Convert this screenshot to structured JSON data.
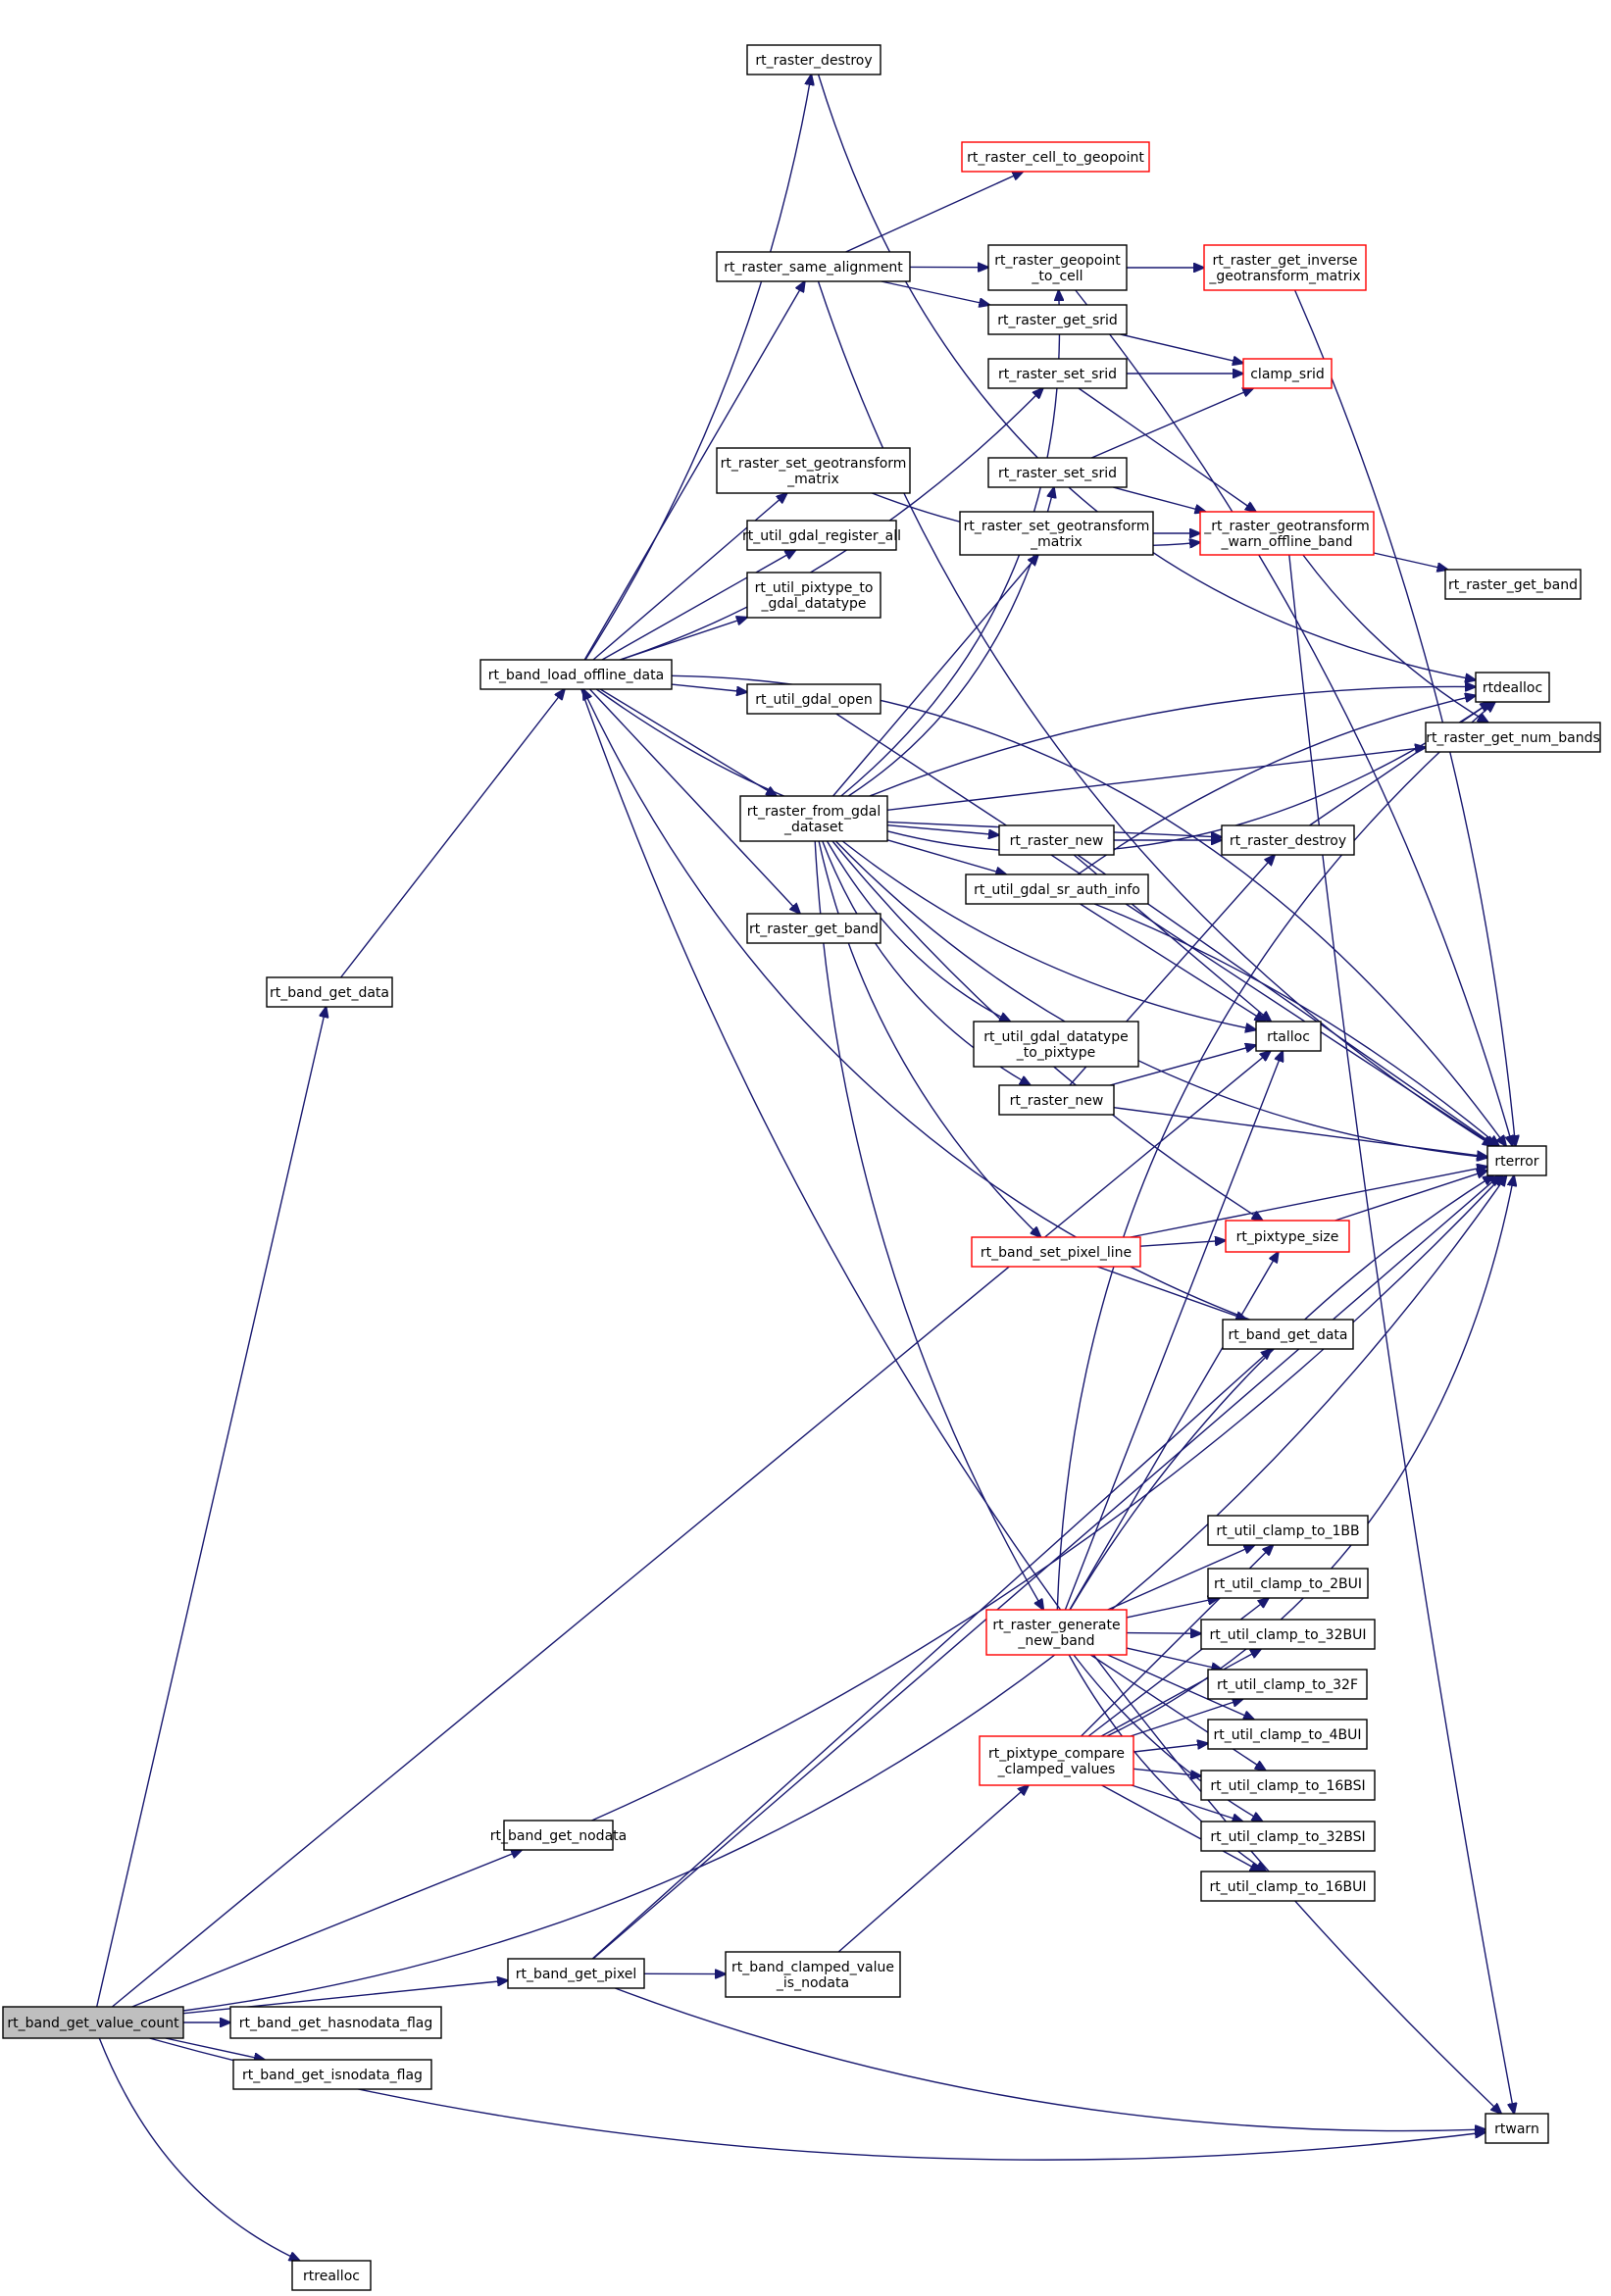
{
  "colors": {
    "edge": "#191970",
    "node_border": "#000000",
    "truncated_border": "#ff0000",
    "root_fill": "#bfbfbf"
  },
  "nodes": [
    {
      "id": "rt_band_get_value_count",
      "lines": [
        "rt_band_get_value_count"
      ],
      "root": true
    },
    {
      "id": "rt_band_get_data",
      "lines": [
        "rt_band_get_data"
      ]
    },
    {
      "id": "rt_band_get_nodata",
      "lines": [
        "rt_band_get_nodata"
      ]
    },
    {
      "id": "rt_band_get_pixel",
      "lines": [
        "rt_band_get_pixel"
      ]
    },
    {
      "id": "rt_band_get_hasnodata_flag",
      "lines": [
        "rt_band_get_hasnodata_flag"
      ]
    },
    {
      "id": "rt_band_get_isnodata_flag",
      "lines": [
        "rt_band_get_isnodata_flag"
      ]
    },
    {
      "id": "rtrealloc",
      "lines": [
        "rtrealloc"
      ]
    },
    {
      "id": "rt_band_load_offline_data",
      "lines": [
        "rt_band_load_offline_data"
      ]
    },
    {
      "id": "rt_raster_destroy_a",
      "lines": [
        "rt_raster_destroy"
      ]
    },
    {
      "id": "rt_raster_same_alignment",
      "lines": [
        "rt_raster_same_alignment"
      ]
    },
    {
      "id": "rt_raster_set_geotransform_matrix_a",
      "lines": [
        "rt_raster_set_geotransform",
        "_matrix"
      ]
    },
    {
      "id": "rt_util_gdal_register_all",
      "lines": [
        "rt_util_gdal_register_all"
      ]
    },
    {
      "id": "rt_util_pixtype_to_gdal_datatype",
      "lines": [
        "rt_util_pixtype_to",
        "_gdal_datatype"
      ]
    },
    {
      "id": "rt_util_gdal_open",
      "lines": [
        "rt_util_gdal_open"
      ]
    },
    {
      "id": "rt_raster_from_gdal_dataset",
      "lines": [
        "rt_raster_from_gdal",
        "_dataset"
      ]
    },
    {
      "id": "rt_raster_get_band_a",
      "lines": [
        "rt_raster_get_band"
      ]
    },
    {
      "id": "rt_band_clamped_value_is_nodata",
      "lines": [
        "rt_band_clamped_value",
        "_is_nodata"
      ]
    },
    {
      "id": "rt_raster_cell_to_geopoint",
      "lines": [
        "rt_raster_cell_to_geopoint"
      ],
      "truncated": true
    },
    {
      "id": "rt_raster_geopoint_to_cell",
      "lines": [
        "rt_raster_geopoint",
        "_to_cell"
      ]
    },
    {
      "id": "rt_raster_get_srid",
      "lines": [
        "rt_raster_get_srid"
      ]
    },
    {
      "id": "rt_raster_set_srid_a",
      "lines": [
        "rt_raster_set_srid"
      ]
    },
    {
      "id": "rt_raster_set_srid_b",
      "lines": [
        "rt_raster_set_srid"
      ]
    },
    {
      "id": "rt_raster_set_geotransform_matrix_b",
      "lines": [
        "rt_raster_set_geotransform",
        "_matrix"
      ]
    },
    {
      "id": "rt_raster_new_a",
      "lines": [
        "rt_raster_new"
      ]
    },
    {
      "id": "rt_util_gdal_sr_auth_info",
      "lines": [
        "rt_util_gdal_sr_auth_info"
      ]
    },
    {
      "id": "rt_util_gdal_datatype_to_pixtype",
      "lines": [
        "rt_util_gdal_datatype",
        "_to_pixtype"
      ]
    },
    {
      "id": "rt_raster_new_b",
      "lines": [
        "rt_raster_new"
      ]
    },
    {
      "id": "rt_band_set_pixel_line",
      "lines": [
        "rt_band_set_pixel_line"
      ],
      "truncated": true
    },
    {
      "id": "rt_raster_generate_new_band",
      "lines": [
        "rt_raster_generate",
        "_new_band"
      ],
      "truncated": true
    },
    {
      "id": "rt_pixtype_compare_clamped_values",
      "lines": [
        "rt_pixtype_compare",
        "_clamped_values"
      ],
      "truncated": true
    },
    {
      "id": "rt_raster_get_inverse_geotransform_matrix",
      "lines": [
        "rt_raster_get_inverse",
        "_geotransform_matrix"
      ],
      "truncated": true
    },
    {
      "id": "clamp_srid",
      "lines": [
        "clamp_srid"
      ],
      "truncated": true
    },
    {
      "id": "rt_raster_geotransform_warn_offline_band",
      "lines": [
        "_rt_raster_geotransform",
        "_warn_offline_band"
      ],
      "truncated": true
    },
    {
      "id": "rt_raster_destroy_b",
      "lines": [
        "rt_raster_destroy"
      ]
    },
    {
      "id": "rtalloc",
      "lines": [
        "rtalloc"
      ]
    },
    {
      "id": "rt_pixtype_size",
      "lines": [
        "rt_pixtype_size"
      ],
      "truncated": true
    },
    {
      "id": "rt_band_get_data_b",
      "lines": [
        "rt_band_get_data"
      ]
    },
    {
      "id": "rt_util_clamp_to_1BB",
      "lines": [
        "rt_util_clamp_to_1BB"
      ]
    },
    {
      "id": "rt_util_clamp_to_2BUI",
      "lines": [
        "rt_util_clamp_to_2BUI"
      ]
    },
    {
      "id": "rt_util_clamp_to_32BUI",
      "lines": [
        "rt_util_clamp_to_32BUI"
      ]
    },
    {
      "id": "rt_util_clamp_to_32F",
      "lines": [
        "rt_util_clamp_to_32F"
      ]
    },
    {
      "id": "rt_util_clamp_to_4BUI",
      "lines": [
        "rt_util_clamp_to_4BUI"
      ]
    },
    {
      "id": "rt_util_clamp_to_16BSI",
      "lines": [
        "rt_util_clamp_to_16BSI"
      ]
    },
    {
      "id": "rt_util_clamp_to_32BSI",
      "lines": [
        "rt_util_clamp_to_32BSI"
      ]
    },
    {
      "id": "rt_util_clamp_to_16BUI",
      "lines": [
        "rt_util_clamp_to_16BUI"
      ]
    },
    {
      "id": "rt_raster_get_band_b",
      "lines": [
        "rt_raster_get_band"
      ]
    },
    {
      "id": "rtdealloc",
      "lines": [
        "rtdealloc"
      ]
    },
    {
      "id": "rt_raster_get_num_bands",
      "lines": [
        "rt_raster_get_num_bands"
      ]
    },
    {
      "id": "rterror",
      "lines": [
        "rterror"
      ]
    },
    {
      "id": "rtwarn",
      "lines": [
        "rtwarn"
      ]
    }
  ],
  "edges": [
    [
      "rt_band_get_value_count",
      "rt_band_get_data"
    ],
    [
      "rt_band_get_value_count",
      "rt_band_get_nodata"
    ],
    [
      "rt_band_get_value_count",
      "rt_band_get_pixel"
    ],
    [
      "rt_band_get_value_count",
      "rt_band_get_hasnodata_flag"
    ],
    [
      "rt_band_get_value_count",
      "rt_band_get_isnodata_flag"
    ],
    [
      "rt_band_get_value_count",
      "rtrealloc"
    ],
    [
      "rt_band_get_value_count",
      "rtalloc"
    ],
    [
      "rt_band_get_value_count",
      "rterror"
    ],
    [
      "rt_band_get_value_count",
      "rtwarn"
    ],
    [
      "rt_band_get_data",
      "rt_band_load_offline_data"
    ],
    [
      "rt_band_load_offline_data",
      "rt_raster_destroy_a"
    ],
    [
      "rt_band_load_offline_data",
      "rt_raster_same_alignment"
    ],
    [
      "rt_band_load_offline_data",
      "rt_raster_set_geotransform_matrix_a"
    ],
    [
      "rt_band_load_offline_data",
      "rt_util_gdal_register_all"
    ],
    [
      "rt_band_load_offline_data",
      "rt_util_pixtype_to_gdal_datatype"
    ],
    [
      "rt_band_load_offline_data",
      "rt_util_gdal_open"
    ],
    [
      "rt_band_load_offline_data",
      "rt_raster_from_gdal_dataset"
    ],
    [
      "rt_band_load_offline_data",
      "rt_raster_get_band_a"
    ],
    [
      "rt_band_load_offline_data",
      "rt_raster_set_srid_a"
    ],
    [
      "rt_band_load_offline_data",
      "rtdealloc"
    ],
    [
      "rt_band_load_offline_data",
      "rterror"
    ],
    [
      "rt_band_load_offline_data",
      "rtwarn"
    ],
    [
      "rt_raster_destroy_a",
      "rtdealloc"
    ],
    [
      "rt_raster_same_alignment",
      "rt_raster_cell_to_geopoint"
    ],
    [
      "rt_raster_same_alignment",
      "rt_raster_geopoint_to_cell"
    ],
    [
      "rt_raster_same_alignment",
      "rt_raster_get_srid"
    ],
    [
      "rt_raster_same_alignment",
      "rterror"
    ],
    [
      "rt_raster_set_geotransform_matrix_a",
      "rt_raster_geotransform_warn_offline_band"
    ],
    [
      "rt_util_gdal_open",
      "rterror"
    ],
    [
      "rt_raster_geopoint_to_cell",
      "rt_raster_get_inverse_geotransform_matrix"
    ],
    [
      "rt_raster_geopoint_to_cell",
      "rterror"
    ],
    [
      "rt_raster_get_inverse_geotransform_matrix",
      "rterror"
    ],
    [
      "rt_raster_get_srid",
      "clamp_srid"
    ],
    [
      "rt_raster_set_srid_a",
      "clamp_srid"
    ],
    [
      "rt_raster_set_srid_a",
      "rt_raster_geotransform_warn_offline_band"
    ],
    [
      "rt_raster_set_srid_b",
      "clamp_srid"
    ],
    [
      "rt_raster_set_srid_b",
      "rt_raster_geotransform_warn_offline_band"
    ],
    [
      "rt_raster_set_geotransform_matrix_b",
      "rt_raster_geotransform_warn_offline_band"
    ],
    [
      "rt_raster_geotransform_warn_offline_band",
      "rt_raster_get_band_b"
    ],
    [
      "rt_raster_geotransform_warn_offline_band",
      "rt_raster_get_num_bands"
    ],
    [
      "rt_raster_geotransform_warn_offline_band",
      "rtwarn"
    ],
    [
      "rt_raster_from_gdal_dataset",
      "rt_raster_geopoint_to_cell"
    ],
    [
      "rt_raster_from_gdal_dataset",
      "rt_raster_set_srid_b"
    ],
    [
      "rt_raster_from_gdal_dataset",
      "rt_raster_set_geotransform_matrix_b"
    ],
    [
      "rt_raster_from_gdal_dataset",
      "rt_raster_new_a"
    ],
    [
      "rt_raster_from_gdal_dataset",
      "rt_util_gdal_sr_auth_info"
    ],
    [
      "rt_raster_from_gdal_dataset",
      "rt_util_gdal_datatype_to_pixtype"
    ],
    [
      "rt_raster_from_gdal_dataset",
      "rt_raster_new_b"
    ],
    [
      "rt_raster_from_gdal_dataset",
      "rt_band_set_pixel_line"
    ],
    [
      "rt_raster_from_gdal_dataset",
      "rt_raster_generate_new_band"
    ],
    [
      "rt_raster_from_gdal_dataset",
      "rt_raster_destroy_b"
    ],
    [
      "rt_raster_from_gdal_dataset",
      "rtalloc"
    ],
    [
      "rt_raster_from_gdal_dataset",
      "rt_pixtype_size"
    ],
    [
      "rt_raster_from_gdal_dataset",
      "rtdealloc"
    ],
    [
      "rt_raster_from_gdal_dataset",
      "rt_raster_get_num_bands"
    ],
    [
      "rt_raster_from_gdal_dataset",
      "rterror"
    ],
    [
      "rt_raster_new_a",
      "rt_raster_destroy_b"
    ],
    [
      "rt_raster_new_a",
      "rtalloc"
    ],
    [
      "rt_raster_new_a",
      "rterror"
    ],
    [
      "rt_raster_new_b",
      "rt_raster_destroy_b"
    ],
    [
      "rt_raster_new_b",
      "rtalloc"
    ],
    [
      "rt_raster_new_b",
      "rterror"
    ],
    [
      "rt_util_gdal_sr_auth_info",
      "rtalloc"
    ],
    [
      "rt_util_gdal_sr_auth_info",
      "rtdealloc"
    ],
    [
      "rt_util_gdal_sr_auth_info",
      "rterror"
    ],
    [
      "rt_raster_destroy_b",
      "rtdealloc"
    ],
    [
      "rt_band_set_pixel_line",
      "rt_pixtype_size"
    ],
    [
      "rt_band_set_pixel_line",
      "rt_band_get_data_b"
    ],
    [
      "rt_band_set_pixel_line",
      "rterror"
    ],
    [
      "rt_pixtype_size",
      "rterror"
    ],
    [
      "rt_band_get_data_b",
      "rt_band_load_offline_data"
    ],
    [
      "rt_raster_generate_new_band",
      "rtalloc"
    ],
    [
      "rt_raster_generate_new_band",
      "rt_pixtype_size"
    ],
    [
      "rt_raster_generate_new_band",
      "rt_util_clamp_to_1BB"
    ],
    [
      "rt_raster_generate_new_band",
      "rt_util_clamp_to_2BUI"
    ],
    [
      "rt_raster_generate_new_band",
      "rt_util_clamp_to_32BUI"
    ],
    [
      "rt_raster_generate_new_band",
      "rt_util_clamp_to_32F"
    ],
    [
      "rt_raster_generate_new_band",
      "rt_util_clamp_to_4BUI"
    ],
    [
      "rt_raster_generate_new_band",
      "rt_util_clamp_to_16BSI"
    ],
    [
      "rt_raster_generate_new_band",
      "rt_util_clamp_to_32BSI"
    ],
    [
      "rt_raster_generate_new_band",
      "rt_util_clamp_to_16BUI"
    ],
    [
      "rt_raster_generate_new_band",
      "rtdealloc"
    ],
    [
      "rt_raster_generate_new_band",
      "rterror"
    ],
    [
      "rt_pixtype_compare_clamped_values",
      "rt_util_clamp_to_1BB"
    ],
    [
      "rt_pixtype_compare_clamped_values",
      "rt_util_clamp_to_2BUI"
    ],
    [
      "rt_pixtype_compare_clamped_values",
      "rt_util_clamp_to_32BUI"
    ],
    [
      "rt_pixtype_compare_clamped_values",
      "rt_util_clamp_to_32F"
    ],
    [
      "rt_pixtype_compare_clamped_values",
      "rt_util_clamp_to_4BUI"
    ],
    [
      "rt_pixtype_compare_clamped_values",
      "rt_util_clamp_to_16BSI"
    ],
    [
      "rt_pixtype_compare_clamped_values",
      "rt_util_clamp_to_32BSI"
    ],
    [
      "rt_pixtype_compare_clamped_values",
      "rt_util_clamp_to_16BUI"
    ],
    [
      "rt_pixtype_compare_clamped_values",
      "rterror"
    ],
    [
      "rt_band_get_nodata",
      "rterror"
    ],
    [
      "rt_band_get_pixel",
      "rt_band_get_data_b"
    ],
    [
      "rt_band_get_pixel",
      "rt_band_clamped_value_is_nodata"
    ],
    [
      "rt_band_get_pixel",
      "rterror"
    ],
    [
      "rt_band_get_pixel",
      "rtwarn"
    ],
    [
      "rt_band_clamped_value_is_nodata",
      "rt_pixtype_compare_clamped_values"
    ]
  ]
}
